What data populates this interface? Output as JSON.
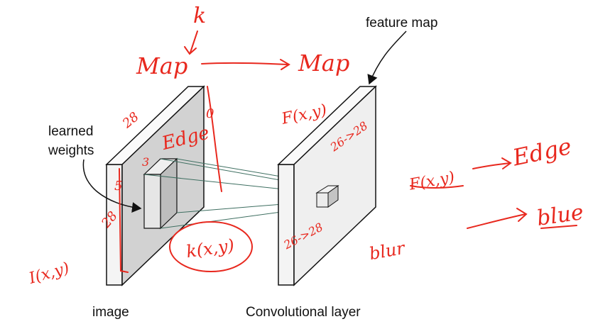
{
  "labels": {
    "feature_map": "feature map",
    "learned_weights_line1": "learned",
    "learned_weights_line2": "weights",
    "image": "image",
    "conv_layer": "Convolutional layer"
  },
  "annotations": {
    "k_top": "k",
    "map_left": "Map",
    "map_right": "Map",
    "img_size_top": "28",
    "img_size_left": "28",
    "zero": "0",
    "edge_on_image": "Edge",
    "three": "3",
    "five": "5",
    "i_xy": "I(x,y)",
    "k_xy": "k(x,y)",
    "f_xy_top": "F(x,y)",
    "size_26_28_top": "26->28",
    "size_26_28_bottom": "26->28",
    "blur": "blur",
    "f_xy_right": "F(x,y)",
    "edge_right": "Edge",
    "blue": "blue"
  },
  "colors": {
    "ink": "#e8281e",
    "text": "#111111",
    "panel_front": "#d6d6d6",
    "panel_side": "#ececec"
  }
}
